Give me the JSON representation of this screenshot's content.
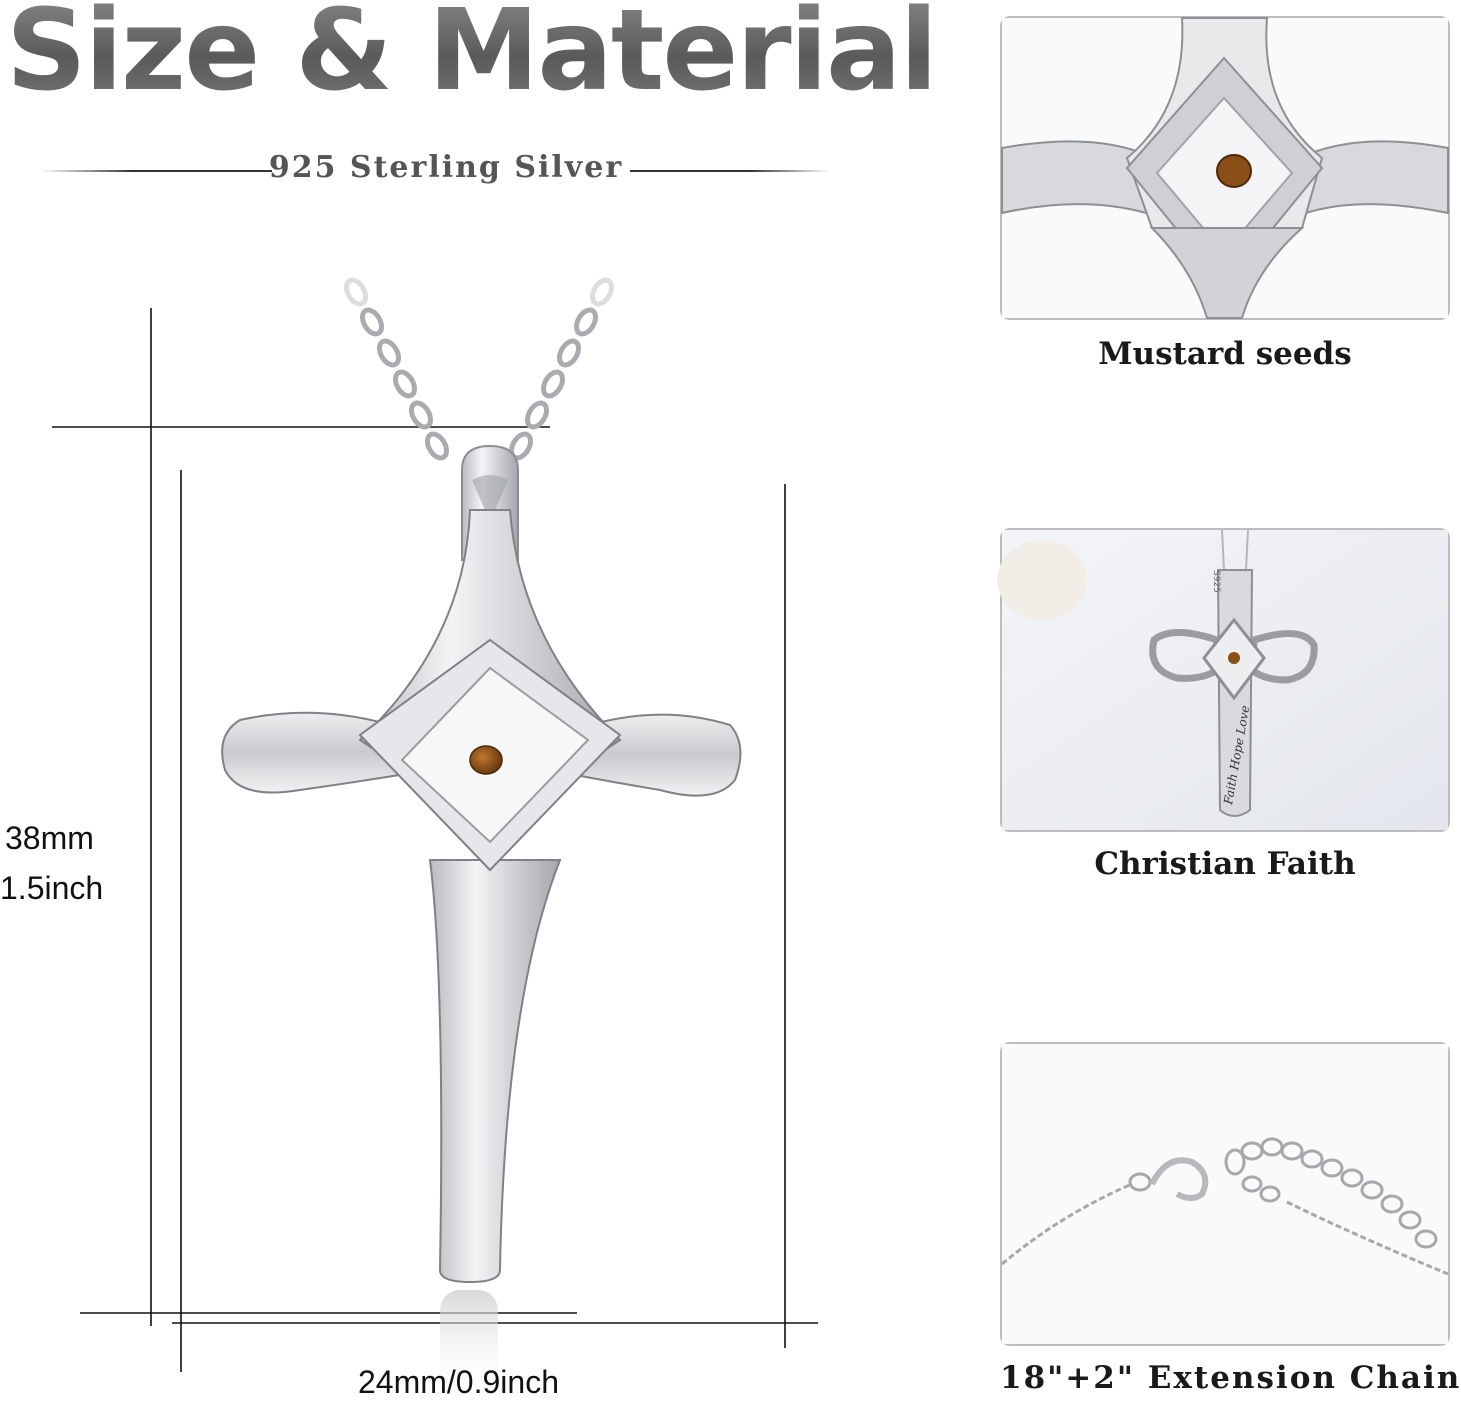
{
  "header": {
    "title": "Size & Material",
    "subtitle": "925 Sterling Silver"
  },
  "dimensions": {
    "height_mm": "38mm",
    "height_inch": "1.5inch",
    "width": "24mm/0.9inch"
  },
  "features": [
    {
      "caption": "Mustard seeds",
      "image": "cross-closeup-with-mustard-seed"
    },
    {
      "caption": "Christian Faith",
      "image": "cross-engraved-faith-hope-love"
    },
    {
      "caption": "18\"+2\" Extension Chain",
      "image": "lobster-clasp-extension-chain"
    }
  ],
  "colors": {
    "silver": "#d9d9dd",
    "silver_dark": "#8d8f95",
    "seed": "#8a4f17",
    "title_gray": "#6b6b6b",
    "panel_border": "#bdbdbd"
  }
}
